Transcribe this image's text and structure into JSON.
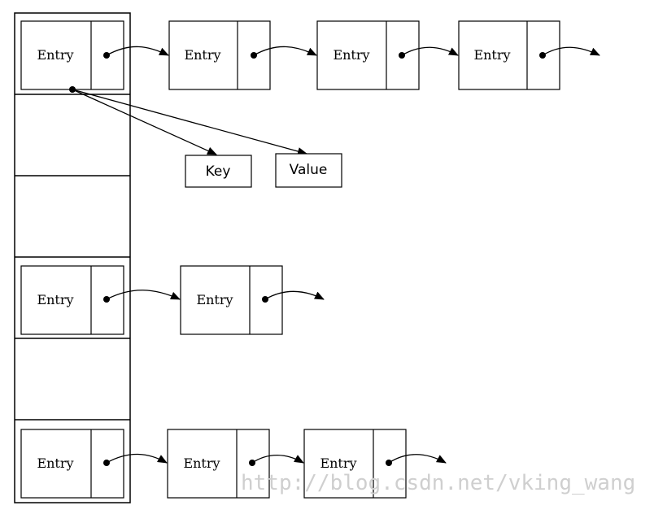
{
  "diagram": {
    "entry_label": "Entry",
    "key_label": "Key",
    "value_label": "Value",
    "watermark": "http://blog.csdn.net/vking_wang",
    "buckets": [
      {
        "chain_length": 3
      },
      {
        "chain_length": 0
      },
      {
        "chain_length": 0
      },
      {
        "chain_length": 1
      },
      {
        "chain_length": 0
      },
      {
        "chain_length": 2
      }
    ]
  }
}
